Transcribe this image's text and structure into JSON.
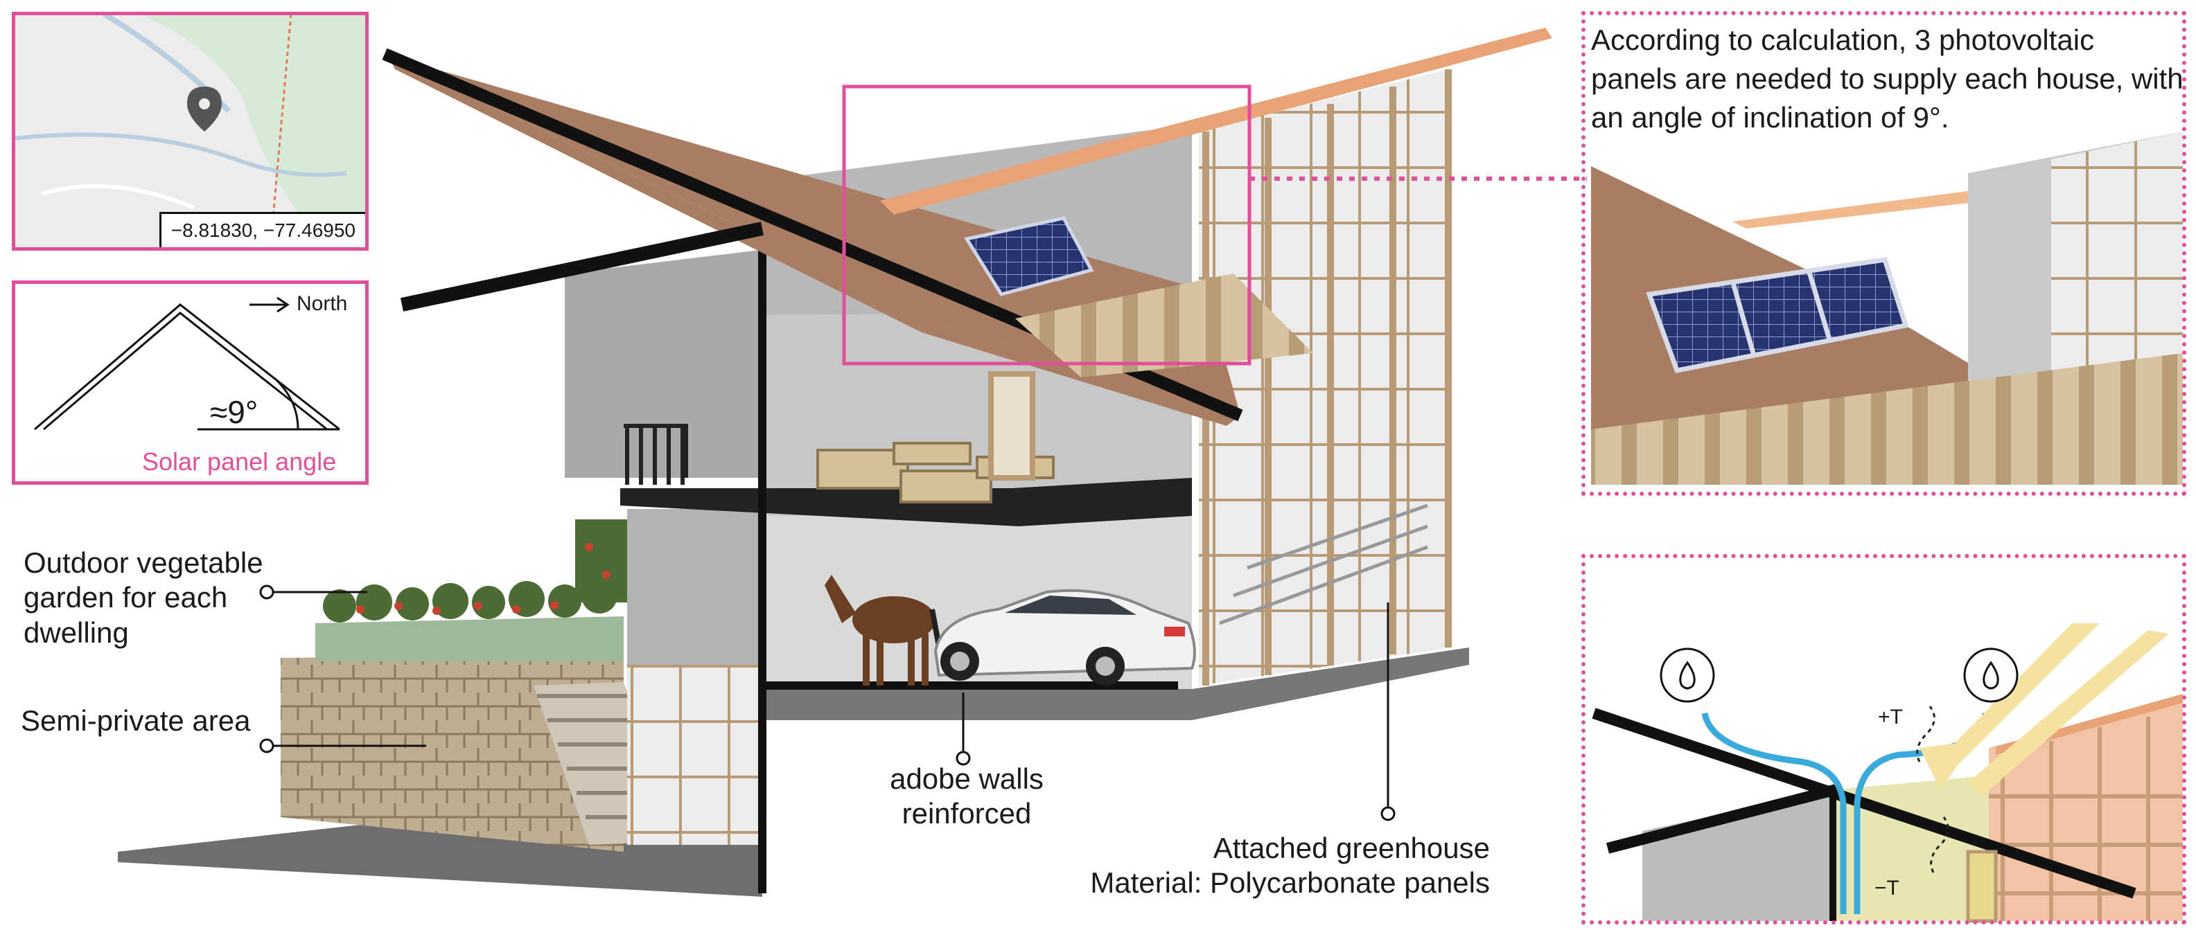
{
  "map_inset": {
    "coordinates": "−8.81830, −77.46950"
  },
  "angle_inset": {
    "north_label": "North",
    "angle_label": "≈9°",
    "caption": "Solar panel angle"
  },
  "callouts": {
    "garden": [
      "Outdoor vegetable",
      "garden for each",
      "dwelling"
    ],
    "semi_private": "Semi-private area",
    "adobe": [
      "adobe walls",
      "reinforced"
    ],
    "greenhouse": [
      "Attached greenhouse",
      "Material: Polycarbonate panels"
    ]
  },
  "detail_top": {
    "caption": "According to calculation, 3 photovoltaic panels are needed to supply each house, with an angle of inclination of 9°."
  },
  "detail_bottom": {
    "plus_t": "+T",
    "minus_t": "−T"
  },
  "colors": {
    "accent": "#e0509a",
    "roof": "#a97d63",
    "wall": "#a9a9a9",
    "water_pipe": "#3aa9dc",
    "sun": "#f5e2a0"
  }
}
